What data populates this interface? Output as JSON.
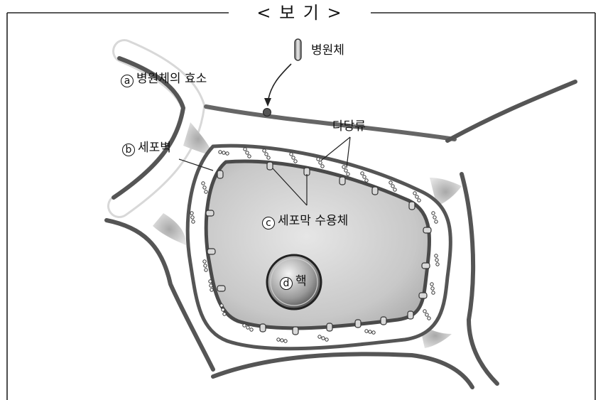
{
  "box_title": "< 보 기 >",
  "labels": {
    "pathogen": "병원체",
    "enzyme_marker": "ⓐ",
    "enzyme": "병원체의 효소",
    "wall_marker": "ⓑ",
    "wall": "세포벽",
    "polysaccharide": "다당류",
    "receptor_marker": "ⓒ",
    "receptor": "세포막 수용체",
    "nucleus_marker": "ⓓ",
    "nucleus": "핵"
  }
}
